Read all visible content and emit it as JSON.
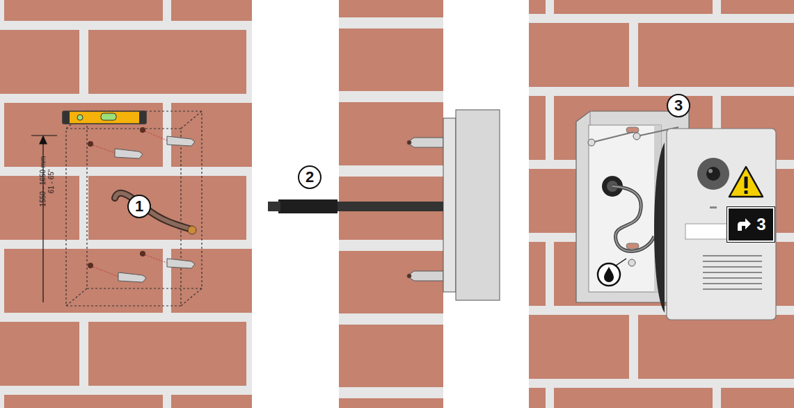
{
  "diagram": {
    "nodes": [
      {
        "text": [
          "1"
        ]
      },
      {
        "text": [
          "2"
        ]
      },
      {
        "text": [
          "3"
        ]
      },
      {
        "text": [
          "3"
        ]
      }
    ],
    "labels": [
      "1550 - 1650 mm",
      "61 - 65\""
    ]
  }
}
